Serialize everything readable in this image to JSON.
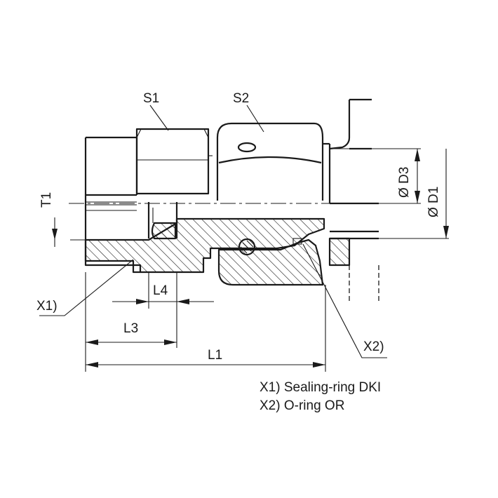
{
  "dimensions": {
    "s1": "S1",
    "s2": "S2",
    "t1": "T1",
    "d3": "Ø D3",
    "d1": "Ø D1",
    "l1": "L1",
    "l3": "L3",
    "l4": "L4"
  },
  "callouts": {
    "x1": "X1)",
    "x2": "X2)"
  },
  "legend": {
    "x1": "X1) Sealing-ring DKI",
    "x2": "X2) O-ring OR"
  }
}
